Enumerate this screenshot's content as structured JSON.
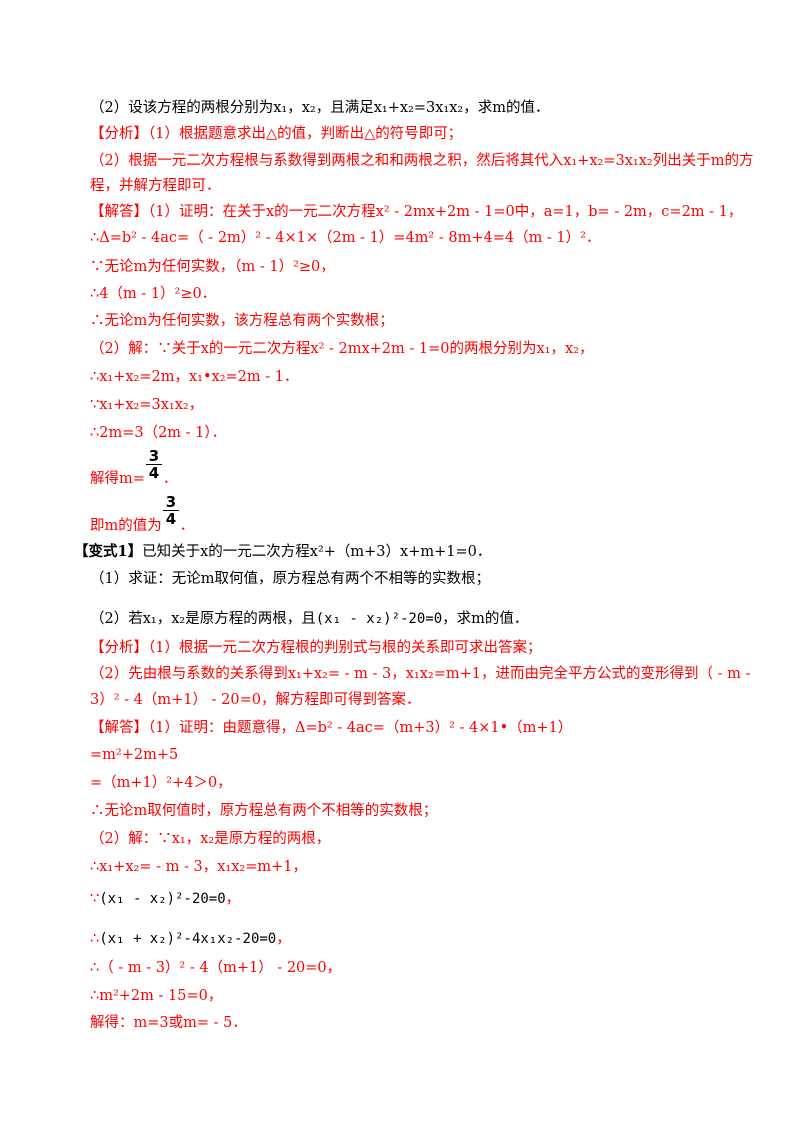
{
  "problem": {
    "part2": "（2）设该方程的两根分别为x₁，x₂，且满足x₁+x₂=3x₁x₂，求m的值．"
  },
  "analysis1": {
    "tag": "【分析】",
    "l1": "（1）根据题意求出△的值，判断出△的符号即可；",
    "l2": "（2）根据一元二次方程根与系数得到两根之和和两根之积，然后将其代入x₁+x₂=3x₁x₂列出关于m的方",
    "l3": "程，并解方程即可．"
  },
  "solution1": {
    "tag": "【解答】",
    "l1": "（1）证明：在关于x的一元二次方程x² - 2mx+2m - 1=0中，a=1，b= - 2m，c=2m - 1，",
    "l2": "∴Δ=b² - 4ac=（ - 2m）² - 4×1×（2m - 1）=4m² - 8m+4=4（m - 1）²．",
    "l3": "∵无论m为任何实数，（m - 1）²≥0，",
    "l4": "∴4（m - 1）²≥0．",
    "l5": "∴无论m为任何实数，该方程总有两个实数根；",
    "l6": "（2）解：∵关于x的一元二次方程x² - 2mx+2m - 1=0的两根分别为x₁，x₂，",
    "l7": "∴x₁+x₂=2m，x₁•x₂=2m - 1．",
    "l8": "∵x₁+x₂=3x₁x₂，",
    "l9": "∴2m=3（2m - 1）．",
    "l10_pre": "解得m=",
    "l10_post": "．",
    "l11_pre": "即m的值为",
    "l11_post": "．",
    "frac_num": "3",
    "frac_den": "4"
  },
  "variant1": {
    "tag": "【变式1】",
    "stem": "已知关于x的一元二次方程x²+（m+3）x+m+1=0．",
    "q1": "（1）求证：无论m取何值，原方程总有两个不相等的实数根；",
    "q2_pre": "（2）若x₁，x₂是原方程的两根，且",
    "q2_math": "(x₁ - x₂)²-20=0",
    "q2_post": "，求m的值．"
  },
  "analysis2": {
    "tag": "【分析】",
    "l1": "（1）根据一元二次方程根的判别式与根的关系即可求出答案；",
    "l2": "（2）先由根与系数的关系得到x₁+x₂= - m - 3，x₁x₂=m+1，进而由完全平方公式的变形得到（ - m -",
    "l3": "3）² - 4（m+1） - 20=0，解方程即可得到答案．"
  },
  "solution2": {
    "tag": "【解答】",
    "l1": "（1）证明：由题意得，Δ=b² - 4ac=（m+3）² - 4×1•（m+1）",
    "l2": "=m²+2m+5",
    "l3": "=（m+1）²+4＞0，",
    "l4": "∴无论m取何值时，原方程总有两个不相等的实数根；",
    "l5": "（2）解：∵x₁，x₂是原方程的两根，",
    "l6": "∴x₁+x₂= - m - 3，x₁x₂=m+1，",
    "l7_sym": "∵",
    "l7_math": "(x₁ - x₂)²-20=0",
    "l7_post": "，",
    "l8_sym": "∴",
    "l8_math": "(x₁ + x₂)²-4x₁x₂-20=0",
    "l8_post": "，",
    "l9": "∴（ - m - 3）² - 4（m+1） - 20=0，",
    "l10": "∴m²+2m - 15=0，",
    "l11": "解得：m=3或m= - 5．"
  }
}
